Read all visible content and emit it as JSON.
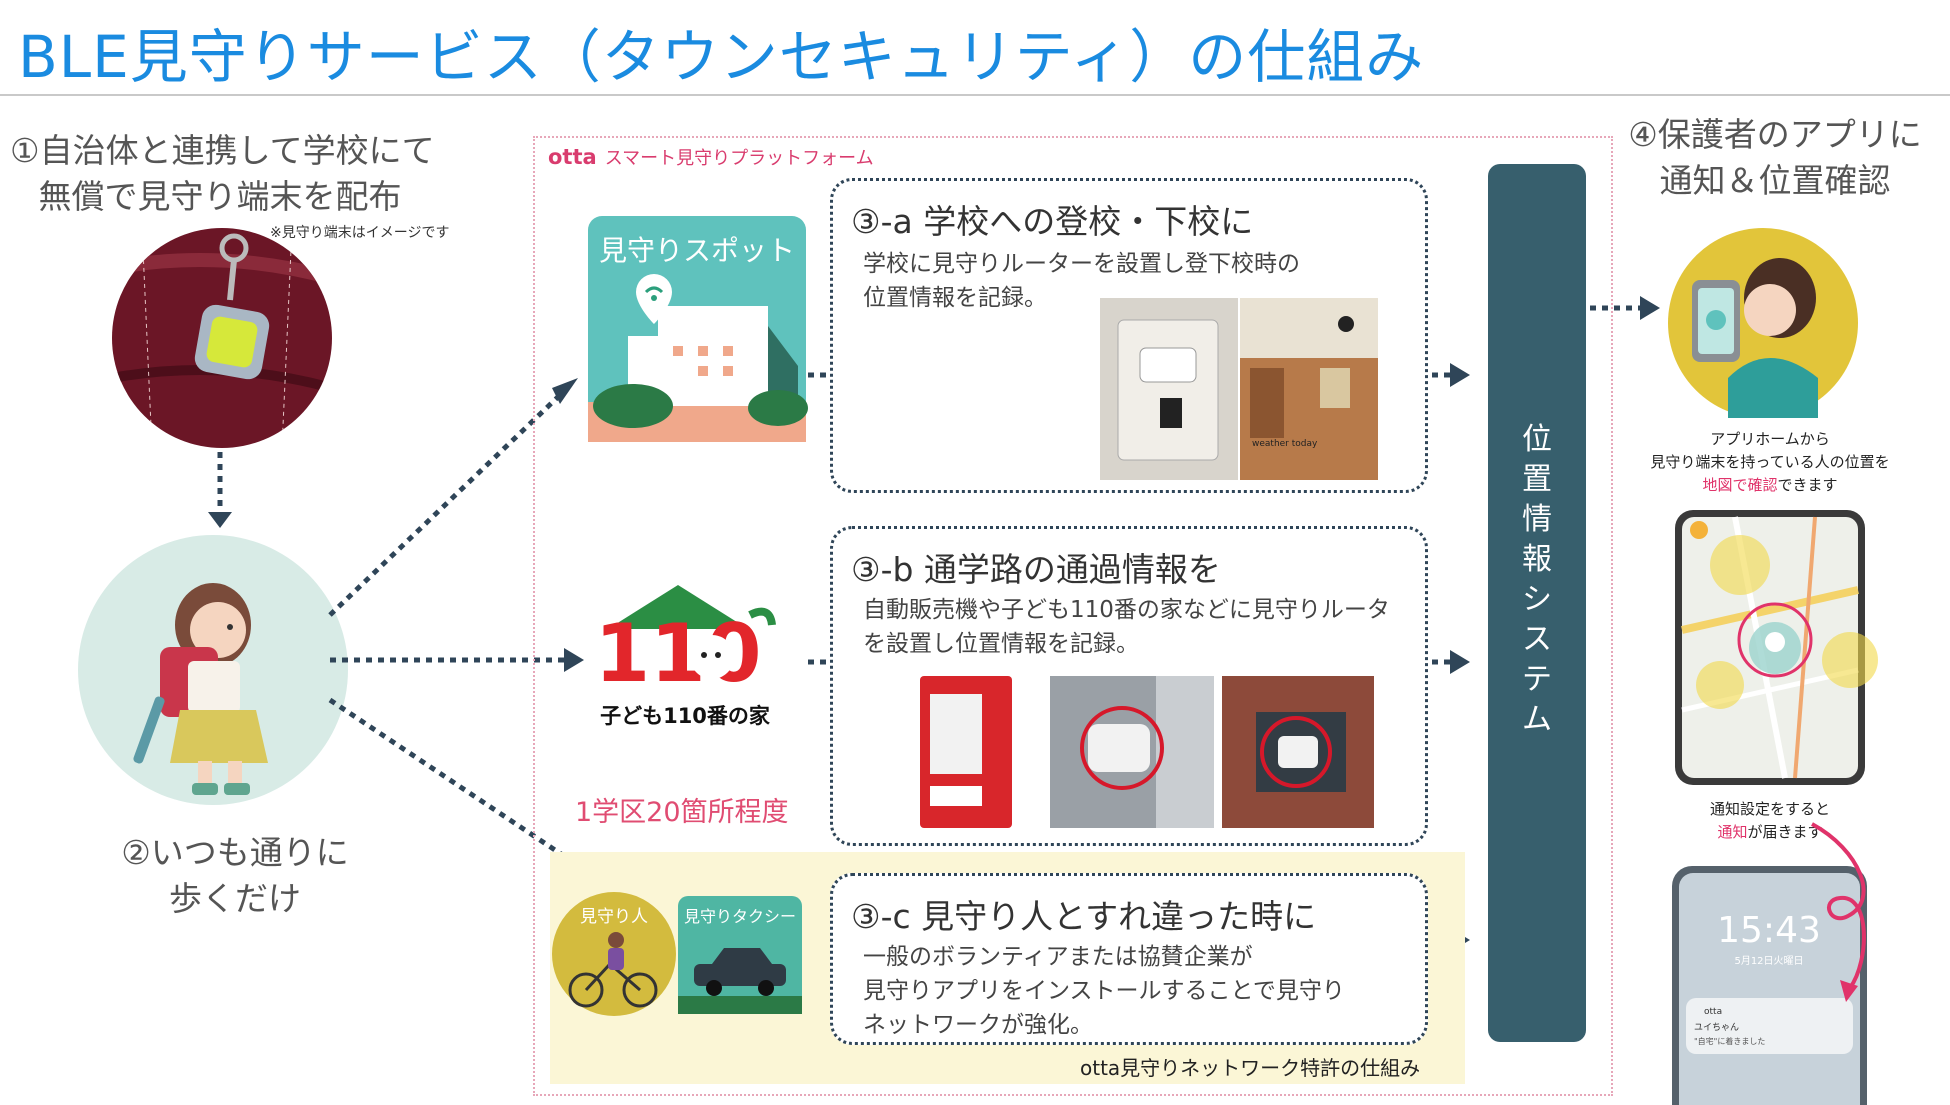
{
  "title": "BLE見守りサービス（タウンセキュリティ）の仕組み",
  "step1": {
    "line1": "①自治体と連携して学校にて",
    "line2": "無償で見守り端末を配布",
    "note": "※見守り端末はイメージです"
  },
  "step2": {
    "line1": "②いつも通りに",
    "line2": "歩くだけ"
  },
  "step4": {
    "line1": "④保護者のアプリに",
    "line2": "通知＆位置確認"
  },
  "platform": {
    "brand": "otta",
    "label": "スマート見守りプラットフォーム"
  },
  "spot_icon": {
    "label": "見守りスポット"
  },
  "kodomo110": {
    "logo": "110",
    "label": "子ども110番の家"
  },
  "card_a": {
    "title": "③-a 学校への登校・下校に",
    "body1": "学校に見守りルーターを設置し登下校時の",
    "body2": "位置情報を記録。"
  },
  "card_b": {
    "title": "③-b 通学路の通過情報を",
    "body1": "自動販売機や子ども110番の家などに見守りルータ",
    "body2": "を設置し位置情報を記録。"
  },
  "card_c": {
    "title": "③-c 見守り人とすれ違った時に",
    "body1": "一般のボランティアまたは協賛企業が",
    "body2": "見守りアプリをインストールすることで見守り",
    "body3": "ネットワークが強化。"
  },
  "district_note": "1学区20箇所程度",
  "watcher_badge": "見守り人",
  "taxi_badge": "見守りタクシー",
  "patent_note": "otta見守りネットワーク特許の仕組み",
  "system_label": "位置情報システム",
  "app_caption": {
    "line1": "アプリホームから",
    "line2": "見守り端末を持っている人の位置を",
    "line3_highlight": "地図で確認",
    "line3_rest": "できます"
  },
  "notify_caption": {
    "line1": "通知設定をすると",
    "line2_highlight": "通知",
    "line2_rest": "が届きます"
  },
  "lockscreen": {
    "time": "15:43",
    "date": "5月12日火曜日",
    "app": "otta",
    "name": "ユイちゃん",
    "message": "\"自宅\"に着きました"
  },
  "photo_labels": {
    "weather": "weather today"
  },
  "colors": {
    "title": "#1a8be0",
    "accent_pink": "#e0336a",
    "system_bar": "#375f6d",
    "arrow": "#2f4558"
  }
}
